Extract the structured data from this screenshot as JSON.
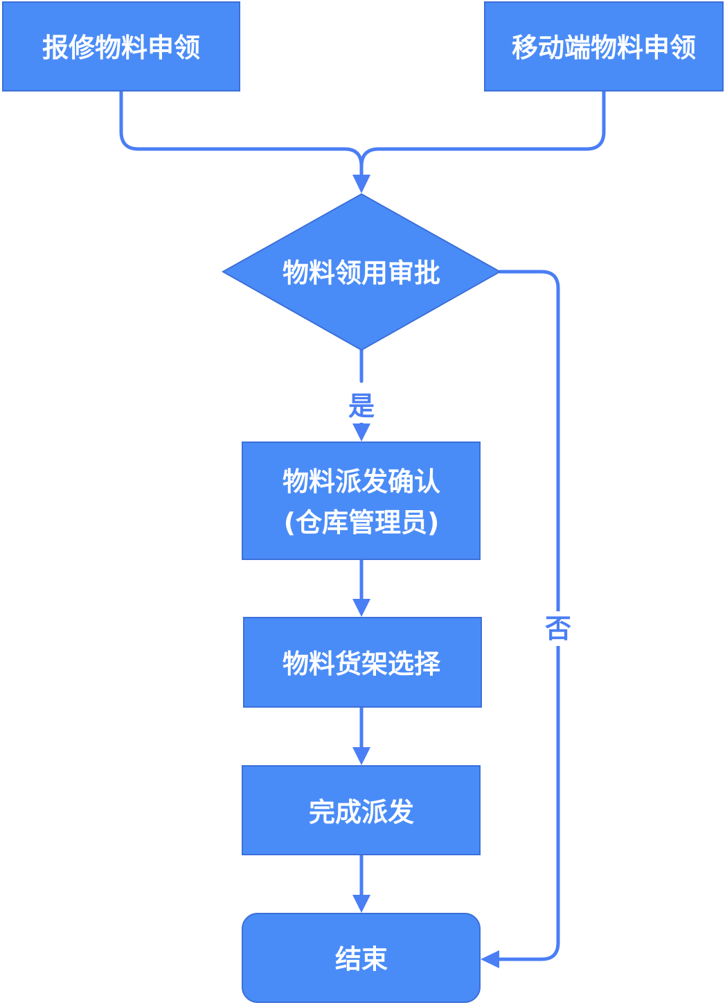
{
  "nodes": {
    "repair_request": "报修物料申领",
    "mobile_request": "移动端物料申领",
    "approval": "物料领用审批",
    "dispatch_confirm_line1": "物料派发确认",
    "dispatch_confirm_line2": "(仓库管理员)",
    "shelf_select": "物料货架选择",
    "complete_dispatch": "完成派发",
    "end": "结束"
  },
  "edge_labels": {
    "yes": "是",
    "no": "否"
  },
  "colors": {
    "node_fill": "#4a8cf7",
    "node_border": "#3b6fd8",
    "edge": "#4a7ef5",
    "node_text": "#ffffff"
  }
}
